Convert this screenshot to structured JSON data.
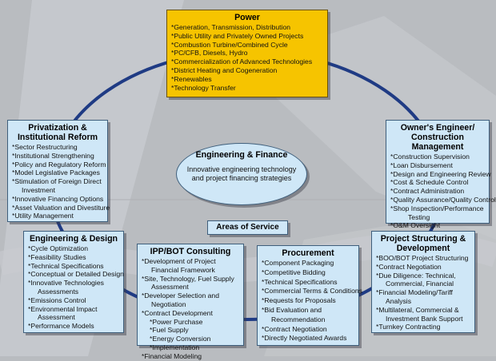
{
  "colors": {
    "background": "#b9bcc0",
    "box_fill": "#cfe7f7",
    "power_fill": "#f6c400",
    "ring": "#1f3b84"
  },
  "center": {
    "title": "Engineering & Finance",
    "description": "Innovative engineering technology and project financing strategies"
  },
  "areas_label": "Areas of Service",
  "power": {
    "title": "Power",
    "items": [
      "*Generation, Transmission, Distribution",
      "*Public Utility and Privately Owned Projects",
      "*Combustion Turbine/Combined Cycle",
      "*PC/CFB, Diesels, Hydro",
      "*Commercialization of Advanced Technologies",
      "*District Heating and Cogeneration",
      "*Renewables",
      "*Technology Transfer"
    ]
  },
  "privatization": {
    "title": [
      "Privatization &",
      "Institutional Reform"
    ],
    "items": [
      "*Sector Restructuring",
      "*Institutional Strengthening",
      "*Policy and Regulatory Reform",
      "*Model Legislative Packages",
      "*Stimulation of Foreign Direct",
      "Investment",
      "*Innovative Financing Options",
      "*Asset Valuation and Divestiture",
      "*Utility Management"
    ]
  },
  "owners_engineer": {
    "title": [
      "Owner's Engineer/",
      "Construction Management"
    ],
    "items": [
      "*Construction Supervision",
      "*Loan Disbursement",
      "*Design and Engineering Review",
      "*Cost & Schedule Control",
      "*Contract Administration",
      "*Quality Assurance/Quality Control",
      "*Shop Inspection/Performance",
      "Testing",
      "*O&M Oversight"
    ]
  },
  "engineering_design": {
    "title": "Engineering & Design",
    "items": [
      "*Cycle Optimization",
      "*Feasibility Studies",
      "*Technical Specifications",
      "*Conceptual or Detailed Design",
      "*Innovative Technologies",
      "Assessments",
      "*Emissions Control",
      "*Environmental Impact",
      "Assessment",
      "*Performance Models"
    ]
  },
  "ipp_bot": {
    "title": "IPP/BOT Consulting",
    "items": [
      "*Development of Project",
      "Financial Framework",
      "*Site, Technology, Fuel Supply",
      "Assessment",
      "*Developer Selection and",
      "Negotiation",
      "*Contract Development",
      "*Power Purchase",
      "*Fuel Supply",
      "*Energy Conversion",
      "*Implementation",
      "*Financial Modeling"
    ]
  },
  "procurement": {
    "title": "Procurement",
    "items": [
      "*Component Packaging",
      "*Competitive Bidding",
      "*Technical Specifications",
      "*Commercial Terms & Conditions",
      "*Requests for Proposals",
      "*Bid Evaluation and",
      "Recommendation",
      "*Contract Negotiation",
      "*Directly Negotiated Awards"
    ]
  },
  "project_structuring": {
    "title": [
      "Project Structuring &",
      "Development"
    ],
    "items": [
      "*BOO/BOT Project Structuring",
      "*Contract Negotiation",
      "*Due Diligence: Technical,",
      "Commercial, Financial",
      "*Financial Modeling/Tariff",
      "Analysis",
      "*Multilateral, Commercial &",
      "Investment Bank Support",
      "*Turnkey Contracting"
    ]
  }
}
